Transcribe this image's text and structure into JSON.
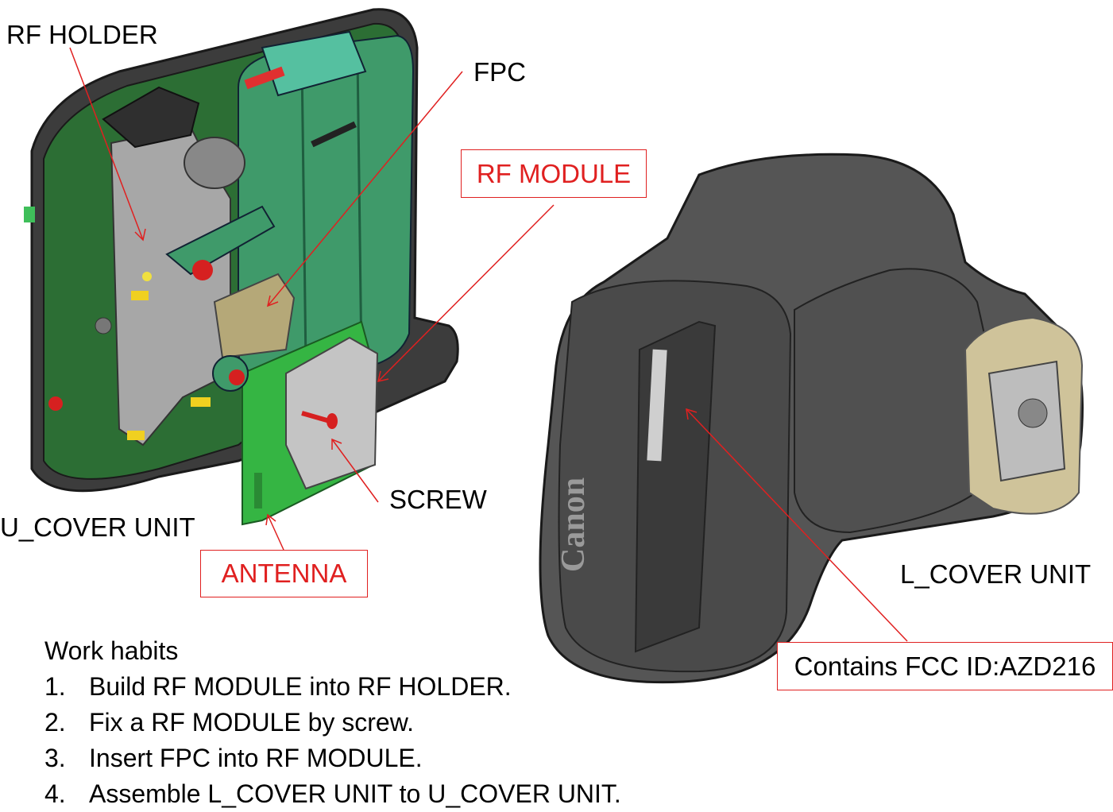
{
  "labels": {
    "rf_holder": "RF HOLDER",
    "fpc": "FPC",
    "rf_module": "RF MODULE",
    "screw": "SCREW",
    "u_cover_unit": "U_COVER UNIT",
    "antenna": "ANTENNA",
    "l_cover_unit": "L_COVER UNIT",
    "fcc": "Contains FCC ID:AZD216"
  },
  "device": {
    "brand": "Canon"
  },
  "work_habits": {
    "title": "Work habits",
    "steps": [
      {
        "num": "1.",
        "text": "Build RF MODULE into RF HOLDER."
      },
      {
        "num": "2.",
        "text": "Fix a RF MODULE by screw."
      },
      {
        "num": "3.",
        "text": "Insert FPC into RF MODULE."
      },
      {
        "num": "4.",
        "text": "Assemble L_COVER UNIT to U_COVER UNIT."
      }
    ]
  },
  "colors": {
    "callout_red": "#e02020",
    "housing": "#4a4a4a",
    "pcb_green": "#2f8f3a",
    "battery_green": "#3f9a6a"
  }
}
